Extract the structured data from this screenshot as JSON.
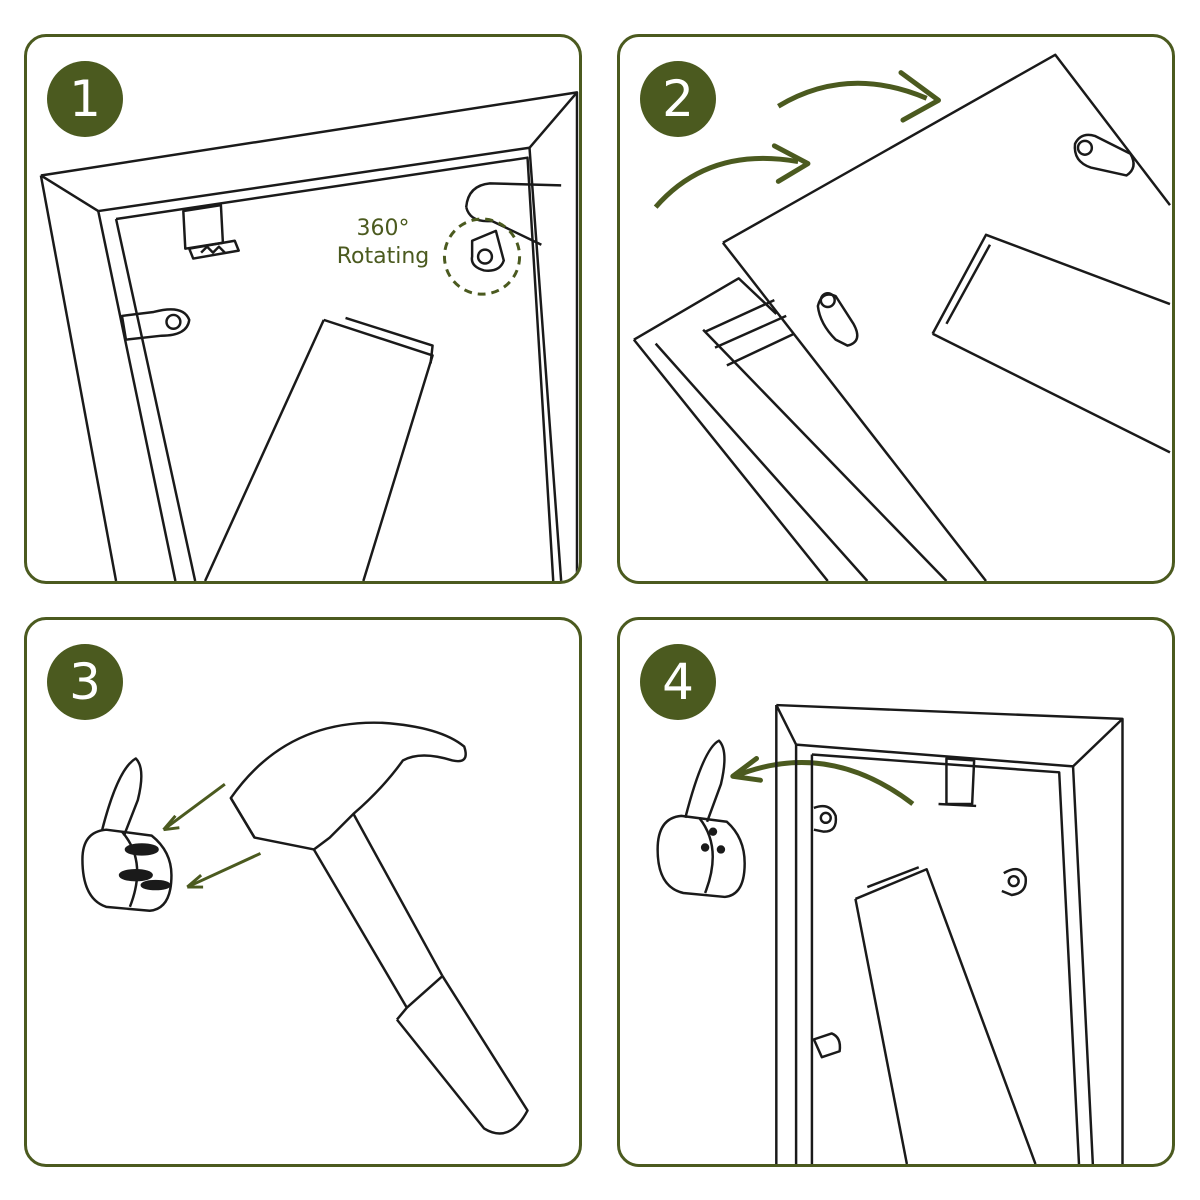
{
  "steps": [
    {
      "number": "1",
      "label_line1": "360°",
      "label_line2": "Rotating"
    },
    {
      "number": "2"
    },
    {
      "number": "3"
    },
    {
      "number": "4"
    }
  ],
  "colors": {
    "accent": "#4b5a1f",
    "line": "#1a1a1a",
    "background": "#ffffff"
  }
}
